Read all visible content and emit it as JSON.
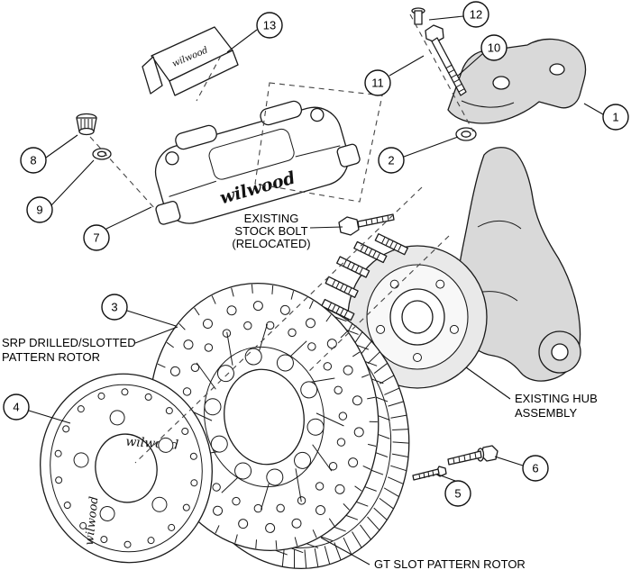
{
  "brand": "wilwood",
  "callouts": [
    {
      "number": "1"
    },
    {
      "number": "2"
    },
    {
      "number": "3"
    },
    {
      "number": "4"
    },
    {
      "number": "5"
    },
    {
      "number": "6"
    },
    {
      "number": "7"
    },
    {
      "number": "8"
    },
    {
      "number": "9"
    },
    {
      "number": "10"
    },
    {
      "number": "11"
    },
    {
      "number": "12"
    },
    {
      "number": "13"
    }
  ],
  "labels": {
    "stock_bolt_line1": "EXISTING",
    "stock_bolt_line2": "STOCK BOLT",
    "stock_bolt_line3": "(RELOCATED)",
    "srp_line1": "SRP DRILLED/SLOTTED",
    "srp_line2": "PATTERN ROTOR",
    "hub_line1": "EXISTING HUB",
    "hub_line2": "ASSEMBLY",
    "gt_rotor": "GT SLOT PATTERN ROTOR"
  }
}
